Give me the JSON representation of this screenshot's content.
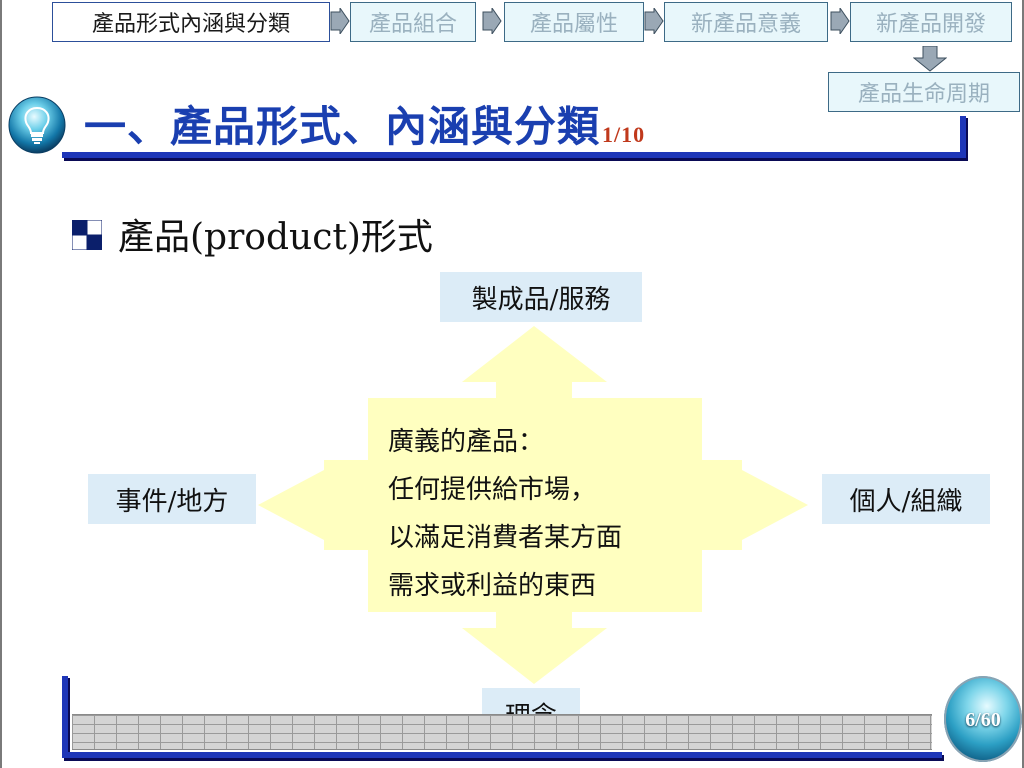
{
  "nav": {
    "items": [
      {
        "label": "產品形式內涵與分類",
        "active": true
      },
      {
        "label": "產品組合",
        "active": false
      },
      {
        "label": "產品屬性",
        "active": false
      },
      {
        "label": "新產品意義",
        "active": false
      },
      {
        "label": "新產品開發",
        "active": false
      }
    ],
    "sub_item": {
      "label": "產品生命周期"
    }
  },
  "title": {
    "text": "一、產品形式、內涵與分類",
    "page": "1/10"
  },
  "bullet": {
    "text": "產品(product)形式"
  },
  "diagram": {
    "top": "製成品/服務",
    "left": "事件/地方",
    "right": "個人/組織",
    "bottom": "理念",
    "center_lines": [
      "廣義的產品：",
      "任何提供給市場，",
      "以滿足消費者某方面",
      "需求或利益的東西"
    ]
  },
  "footer": {
    "page_number": "6/60"
  },
  "colors": {
    "accent": "#1e36b8",
    "arrow_fill": "#ffffc0",
    "box_fill": "#dcecf7"
  }
}
